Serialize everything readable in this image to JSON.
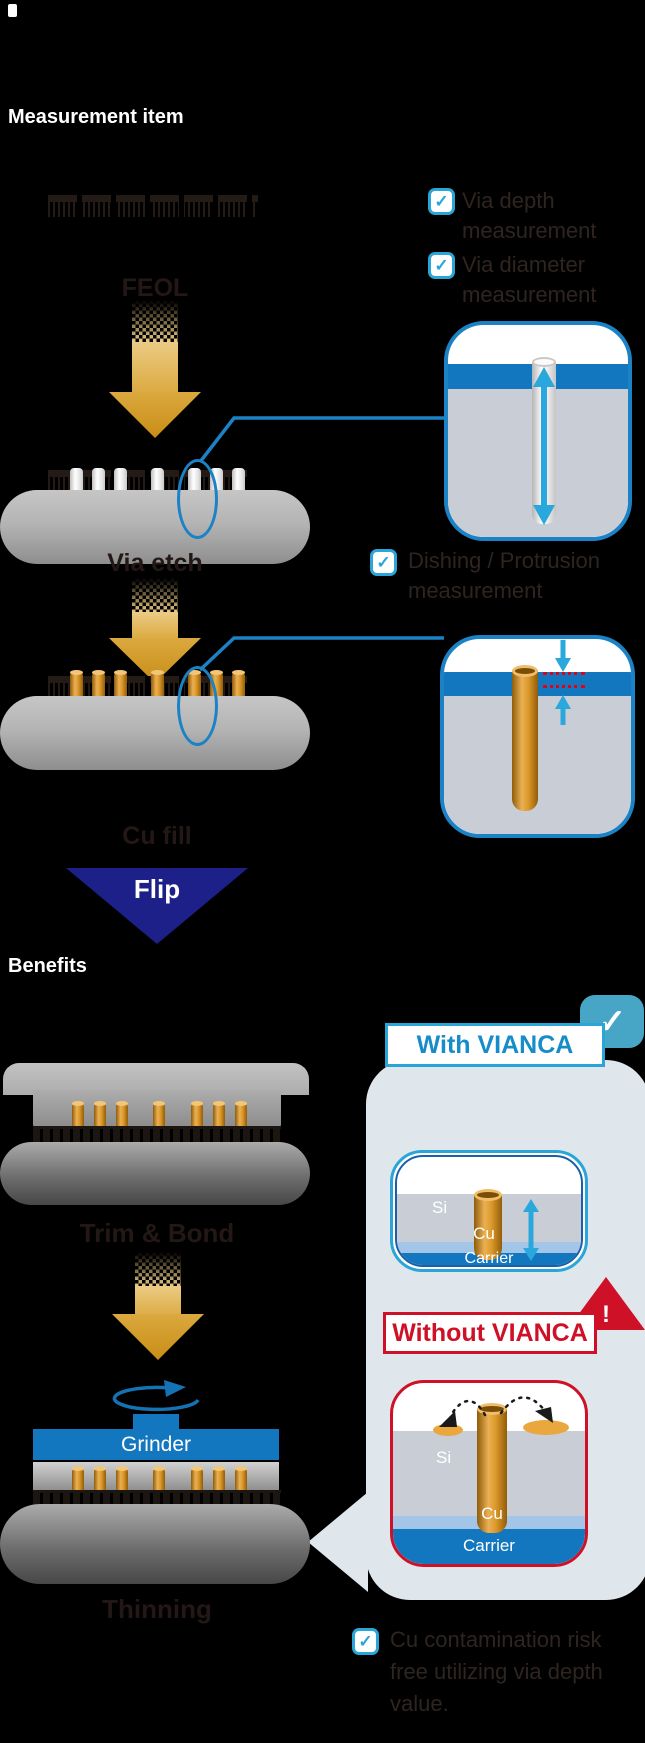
{
  "measurement_section": {
    "title": "Measurement item",
    "checklist": [
      {
        "label": "Via depth measurement"
      },
      {
        "label": "Via diameter measurement"
      },
      {
        "label": "Dishing / Protrusion measurement"
      }
    ],
    "steps": [
      {
        "label": "FEOL"
      },
      {
        "label": "Via etch"
      },
      {
        "label": "Cu fill"
      }
    ],
    "flip_label": "Flip"
  },
  "benefits_section": {
    "title": "Benefits",
    "steps": [
      {
        "label": "Trim & Bond"
      },
      {
        "label": "Thinning"
      }
    ],
    "grinder_label": "Grinder",
    "with_vianca": {
      "title": "With VIANCA",
      "si_label": "Si",
      "cu_label": "Cu",
      "carrier_label": "Carrier"
    },
    "without_vianca": {
      "title": "Without VIANCA",
      "warning_mark": "!",
      "si_label": "Si",
      "cu_label": "Cu",
      "carrier_label": "Carrier"
    },
    "benefit_note": "Cu contamination risk free utilizing via depth value."
  },
  "icons": {
    "check": "✓"
  },
  "colors": {
    "background": "#000000",
    "accent_cyan": "#2AA5D8",
    "arrow_cyan": "#2AA7DD",
    "blue": "#1377BF",
    "line_blue": "#1B82C5",
    "navy_flip": "#1D2088",
    "red": "#CE1126",
    "alert_red": "#E60012",
    "copper": "#DD9A2B",
    "gold_arrow": "#DBA93F",
    "panel_bg": "#DFE7ED",
    "dark_text": "#231815",
    "badge_teal": "#47A5C5",
    "inner_border_navy": "#1C5FA8",
    "si_gray": "#C9CED6",
    "adhesive_blue": "#A3C6E8",
    "white": "#FFFFFF"
  }
}
